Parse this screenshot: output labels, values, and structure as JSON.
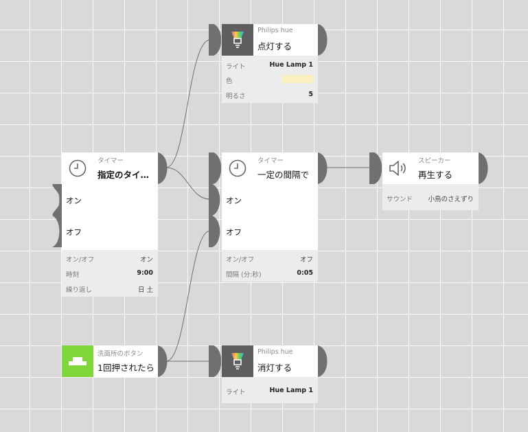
{
  "nodes": {
    "hue_top": {
      "category": "Philips hue",
      "title": "点灯する",
      "props": [
        {
          "key": "ライト",
          "value": "Hue Lamp 1"
        },
        {
          "key": "色",
          "value": "",
          "swatch": "#fbf0bf"
        },
        {
          "key": "明るさ",
          "value": "5"
        }
      ]
    },
    "timer_left": {
      "category": "タイマー",
      "title": "指定のタイ…",
      "inputs": [
        "オン",
        "オフ"
      ],
      "props": [
        {
          "key": "オン/オフ",
          "value": "オン"
        },
        {
          "key": "時刻",
          "value": "9:00"
        },
        {
          "key": "繰り返し",
          "value": "日 土"
        }
      ]
    },
    "timer_center": {
      "category": "タイマー",
      "title": "一定の間隔で",
      "inputs": [
        "オン",
        "オフ"
      ],
      "props": [
        {
          "key": "オン/オフ",
          "value": "オフ"
        },
        {
          "key": "間隔 (分:秒)",
          "value": "0:05"
        }
      ]
    },
    "speaker": {
      "category": "スピーカー",
      "title": "再生する",
      "props": [
        {
          "key": "サウンド",
          "value": "小鳥のさえずり"
        }
      ]
    },
    "button": {
      "category": "洗面所のボタン",
      "title": "1回押されたら"
    },
    "hue_bottom": {
      "category": "Philips hue",
      "title": "消灯する",
      "props": [
        {
          "key": "ライト",
          "value": "Hue Lamp 1"
        }
      ]
    }
  },
  "icons": {
    "timer": "clock-icon",
    "hue": "lightbulb-icon",
    "speaker": "speaker-icon",
    "button": "push-button-icon"
  },
  "colors": {
    "canvas": "#d9d9d9",
    "connector": "#707070",
    "button_green": "#7ed63a",
    "hue_dark": "#5e5e5e"
  }
}
